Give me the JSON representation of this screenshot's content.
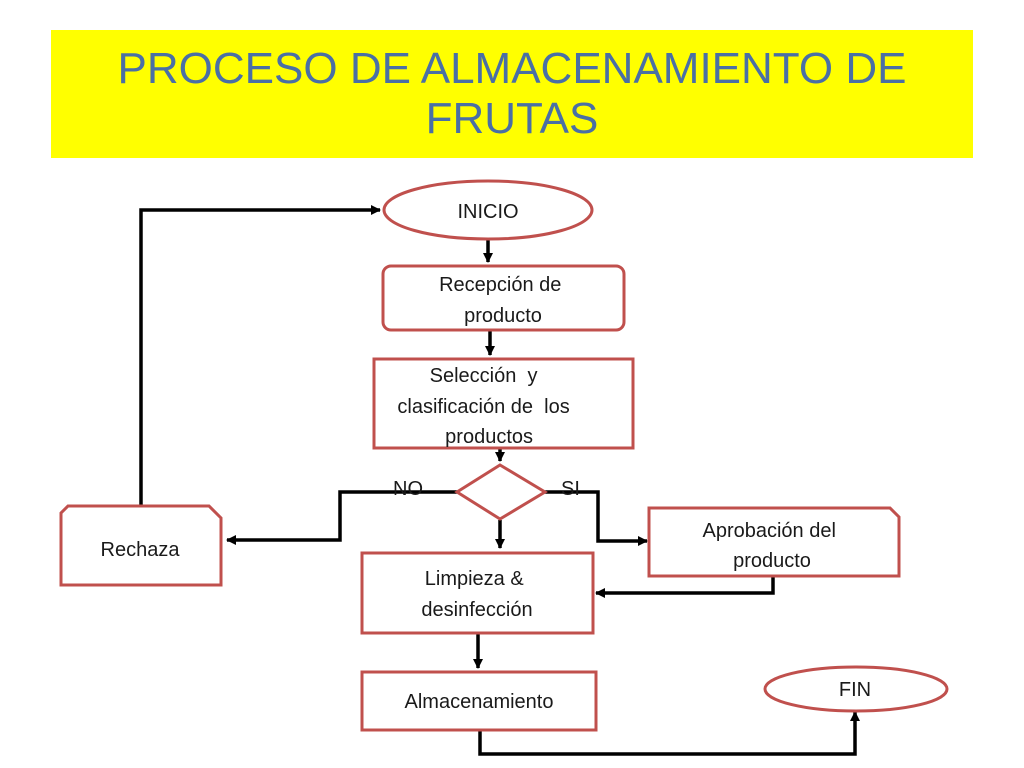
{
  "title": "PROCESO DE ALMACENAMIENTO DE FRUTAS",
  "colors": {
    "banner": "#ffff00",
    "title_text": "#4a6fa5",
    "node_border": "#c0504d",
    "arrow": "#000000"
  },
  "nodes": {
    "inicio": "INICIO",
    "recepcion": [
      "Recepción de",
      "producto"
    ],
    "seleccion": [
      "Selección  y",
      "clasificación de  los",
      "productos"
    ],
    "rechaza": "Rechaza",
    "aprobacion": [
      "Aprobación del",
      "producto"
    ],
    "limpieza": [
      "Limpieza &",
      "desinfección"
    ],
    "almacenamiento": "Almacenamiento",
    "fin": "FIN"
  },
  "branches": {
    "no": "NO",
    "si": "SI"
  }
}
